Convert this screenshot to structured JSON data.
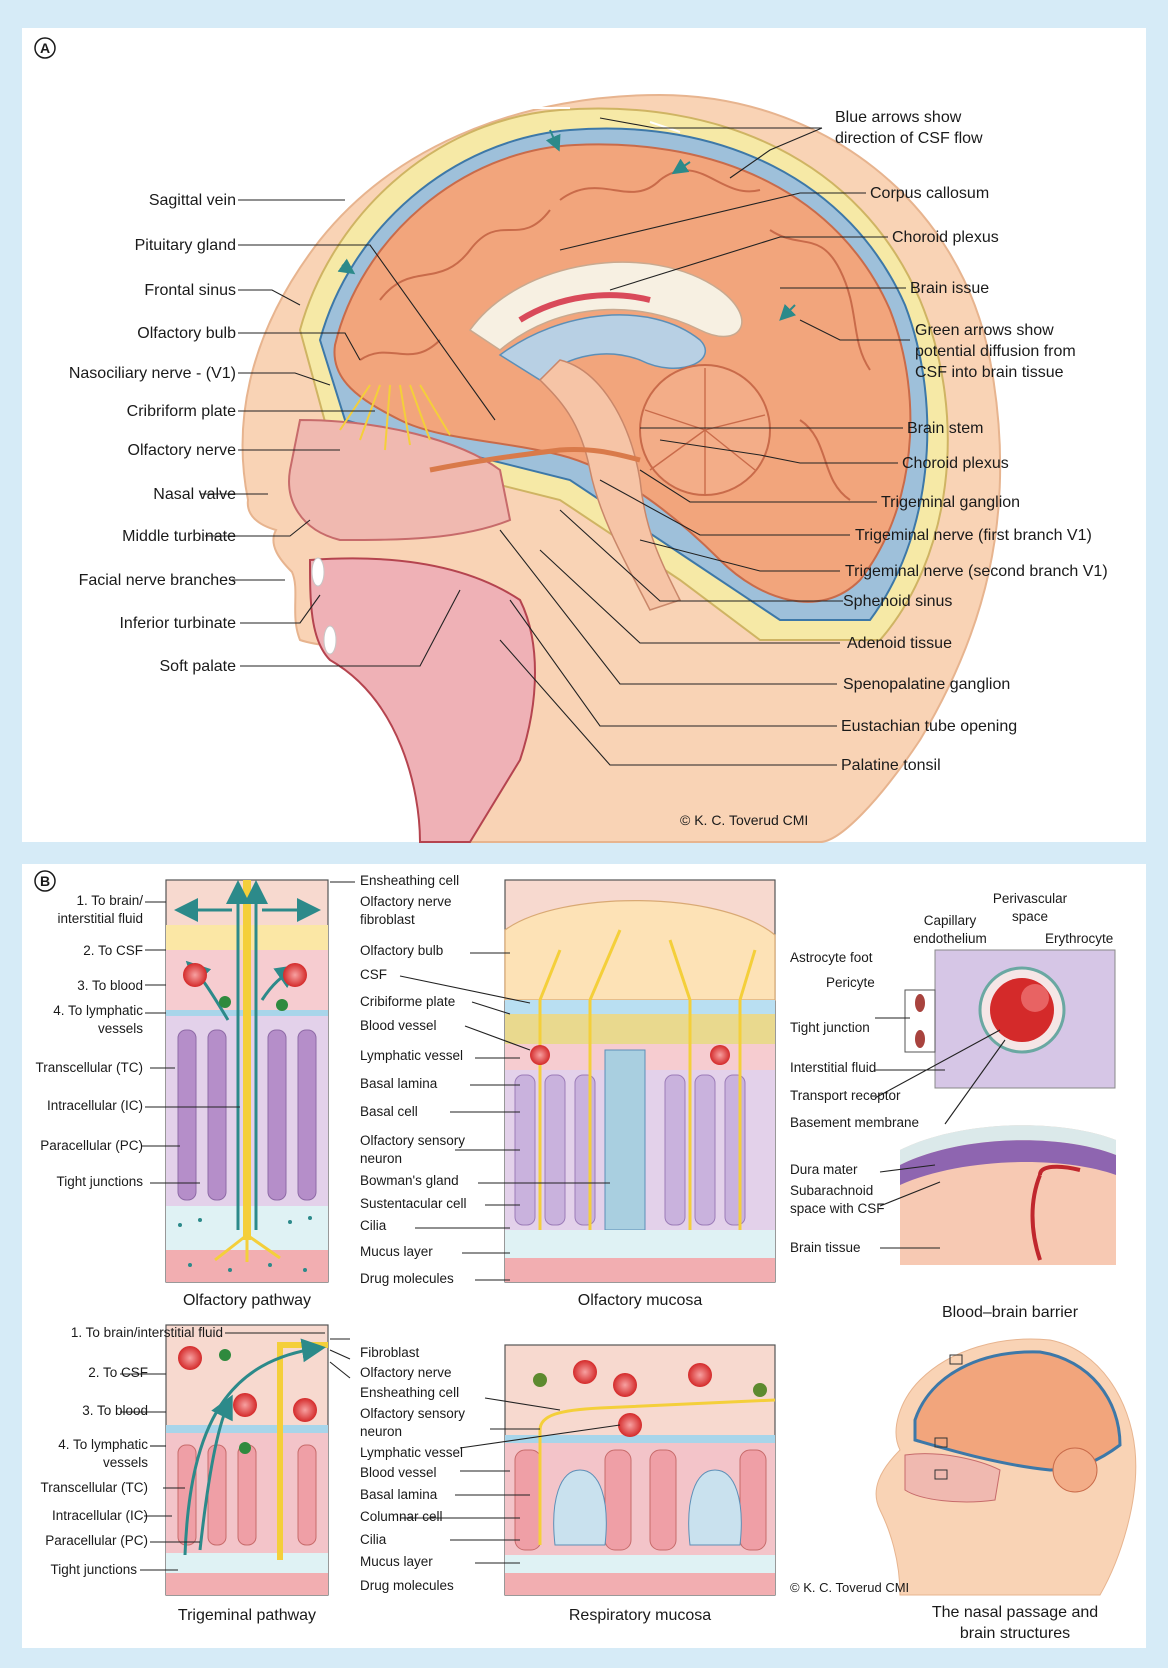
{
  "panelA": {
    "letter": "A",
    "copyright": "© K. C. Toverud CMI",
    "labels_left": [
      "Sagittal vein",
      "Pituitary gland",
      "Frontal sinus",
      "Olfactory bulb",
      "Nasociliary nerve - (V1)",
      "Cribriform plate",
      "Olfactory nerve",
      "Nasal valve",
      "Middle turbinate",
      "Facial nerve branches",
      "Inferior turbinate",
      "Soft palate"
    ],
    "labels_right": [
      [
        "Blue arrows show",
        "direction of CSF flow"
      ],
      [
        "Corpus callosum"
      ],
      [
        "Choroid plexus"
      ],
      [
        "Brain issue"
      ],
      [
        "Green arrows show",
        "potential diffusion from",
        "CSF into brain tissue"
      ],
      [
        "Brain stem"
      ],
      [
        "Choroid plexus"
      ],
      [
        "Trigeminal ganglion"
      ],
      [
        "Trigeminal nerve (first branch V1)"
      ],
      [
        "Trigeminal nerve (second branch V1)"
      ],
      [
        "Sphenoid sinus"
      ],
      [
        "Adenoid tissue"
      ],
      [
        "Spenopalatine ganglion"
      ],
      [
        "Eustachian tube opening"
      ],
      [
        "Palatine tonsil"
      ]
    ]
  },
  "panelB": {
    "letter": "B",
    "copyright": "© K. C. Toverud CMI",
    "olfactory_left": [
      [
        "1. To brain/",
        "interstitial fluid"
      ],
      [
        "2. To CSF"
      ],
      [
        "3. To blood"
      ],
      [
        "4. To lymphatic",
        "vessels"
      ],
      [
        "Transcellular (TC)"
      ],
      [
        "Intracellular (IC)"
      ],
      [
        "Paracellular (PC)"
      ],
      [
        "Tight junctions"
      ]
    ],
    "olfactory_mid": [
      [
        "Ensheathing cell"
      ],
      [
        "Olfactory nerve",
        "fibroblast"
      ],
      [
        "Olfactory bulb"
      ],
      [
        "CSF"
      ],
      [
        "Cribiforme plate"
      ],
      [
        "Blood vessel"
      ],
      [
        "Lymphatic vessel"
      ],
      [
        "Basal lamina"
      ],
      [
        "Basal cell"
      ],
      [
        "Olfactory sensory",
        "neuron"
      ],
      [
        "Bowman's gland"
      ],
      [
        "Sustentacular cell"
      ],
      [
        "Cilia"
      ],
      [
        "Mucus layer"
      ],
      [
        "Drug molecules"
      ]
    ],
    "trigeminal_left": [
      [
        "1. To brain/interstitial fluid"
      ],
      [
        "2. To CSF"
      ],
      [
        "3. To blood"
      ],
      [
        "4. To lymphatic",
        "vessels"
      ],
      [
        "Transcellular (TC)"
      ],
      [
        "Intracellular (IC)"
      ],
      [
        "Paracellular (PC)"
      ],
      [
        "Tight junctions"
      ]
    ],
    "respiratory_mid": [
      [
        "Fibroblast"
      ],
      [
        "Olfactory nerve"
      ],
      [
        "Ensheathing cell"
      ],
      [
        "Olfactory sensory",
        "neuron"
      ],
      [
        "Lymphatic vessel"
      ],
      [
        "Blood vessel"
      ],
      [
        "Basal lamina"
      ],
      [
        "Columnar cell"
      ],
      [
        "Cilia"
      ],
      [
        "Mucus layer"
      ],
      [
        "Drug molecules"
      ]
    ],
    "bbb_labels": [
      [
        "Perivascular",
        "space"
      ],
      [
        "Capillary",
        "endothelium"
      ],
      [
        "Erythrocyte"
      ],
      [
        "Astrocyte foot"
      ],
      [
        "Pericyte"
      ],
      [
        "Tight junction"
      ],
      [
        "Interstitial fluid"
      ],
      [
        "Transport receptor"
      ],
      [
        "Basement membrane"
      ],
      [
        "Dura mater"
      ],
      [
        "Subarachnoid",
        "space with CSF"
      ],
      [
        "Brain tissue"
      ]
    ],
    "captions": {
      "olfactory_pathway": "Olfactory pathway",
      "olfactory_mucosa": "Olfactory mucosa",
      "bbb": "Blood–brain barrier",
      "trigeminal_pathway": "Trigeminal pathway",
      "respiratory_mucosa": "Respiratory mucosa",
      "nasal_brain": [
        "The nasal passage and",
        "brain structures"
      ]
    }
  },
  "colors": {
    "frame": "#d6ebf7",
    "panel": "#ffffff",
    "skin": "#f9d3b5",
    "brain": "#f2a57c",
    "csf": "#7aa7c9",
    "mucosa_pink": "#f2c3c4",
    "nerve_yellow": "#f4cf3a",
    "teal_arrow": "#2c8a8a"
  }
}
